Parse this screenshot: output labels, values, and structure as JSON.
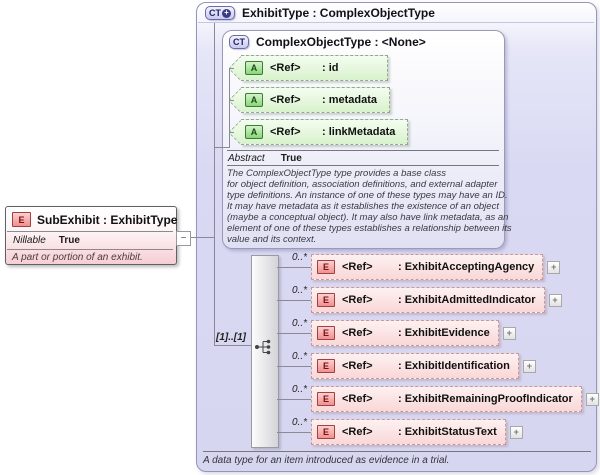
{
  "colors": {
    "panel_lavender": "#d9d9f3",
    "attribute_green": "#d8f2cc",
    "element_pink": "#fad7d7"
  },
  "subexhibit_box": {
    "icon": "E",
    "title": "SubExhibit : ExhibitType",
    "property_label": "Nillable",
    "property_value": "True",
    "annotation": "A part or portion of an exhibit.",
    "collapse_glyph": "−"
  },
  "panel": {
    "icon": "CT",
    "icon_plus": "+",
    "title": "ExhibitType : ComplexObjectType",
    "footer_annotation": "A data type for an item introduced as evidence in a trial.",
    "base_type_box": {
      "icon": "CT",
      "title": "ComplexObjectType : <None>",
      "attributes": [
        {
          "icon": "A",
          "ref": "<Ref>",
          "name": ": id"
        },
        {
          "icon": "A",
          "ref": "<Ref>",
          "name": ": metadata"
        },
        {
          "icon": "A",
          "ref": "<Ref>",
          "name": ": linkMetadata"
        }
      ],
      "property_label": "Abstract",
      "property_value": "True",
      "annotation": "The ComplexObjectType type provides a base class\nfor object definition, association definitions, and external adapter\ntype definitions. An instance of one of these types may have an ID.\nIt may have metadata as it establishes the existence of an object\n(maybe a conceptual object). It may also have link metadata, as an\nelement of one of these types establishes a relationship between its\nvalue and its context."
    },
    "sequence": {
      "cardinality": "[1]..[1]",
      "expand_glyph": "+",
      "elements": [
        {
          "icon": "E",
          "ref": "<Ref>",
          "name": ": ExhibitAcceptingAgency",
          "occurrence": "0..*"
        },
        {
          "icon": "E",
          "ref": "<Ref>",
          "name": ": ExhibitAdmittedIndicator",
          "occurrence": "0..*"
        },
        {
          "icon": "E",
          "ref": "<Ref>",
          "name": ": ExhibitEvidence",
          "occurrence": "0..*"
        },
        {
          "icon": "E",
          "ref": "<Ref>",
          "name": ": ExhibitIdentification",
          "occurrence": "0..*"
        },
        {
          "icon": "E",
          "ref": "<Ref>",
          "name": ": ExhibitRemainingProofIndicator",
          "occurrence": "0..*"
        },
        {
          "icon": "E",
          "ref": "<Ref>",
          "name": ": ExhibitStatusText",
          "occurrence": "0..*"
        }
      ]
    }
  }
}
